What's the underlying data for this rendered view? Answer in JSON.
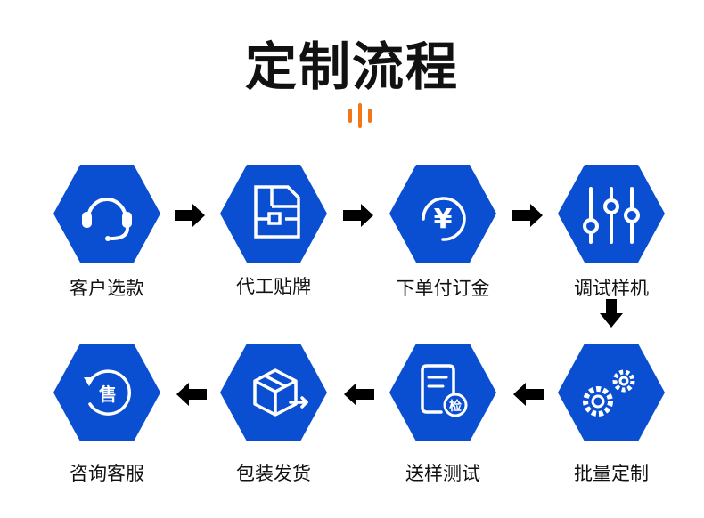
{
  "title": "定制流程",
  "colors": {
    "primary": "#0a4fd1",
    "accent": "#f07818",
    "arrow": "#000000",
    "text": "#111111"
  },
  "steps": [
    {
      "label": "客户选款",
      "icon": "headset-icon"
    },
    {
      "label": "代工贴牌",
      "icon": "brand-layout-icon"
    },
    {
      "label": "下单付订金",
      "icon": "yuan-coin-icon"
    },
    {
      "label": "调试样机",
      "icon": "sliders-icon"
    },
    {
      "label": "批量定制",
      "icon": "gears-icon"
    },
    {
      "label": "送样测试",
      "icon": "inspection-doc-icon"
    },
    {
      "label": "包装发货",
      "icon": "package-icon"
    },
    {
      "label": "咨询客服",
      "icon": "after-sales-icon"
    }
  ],
  "icon_text": {
    "yuan": "¥",
    "inspect": "检",
    "sale": "售"
  }
}
